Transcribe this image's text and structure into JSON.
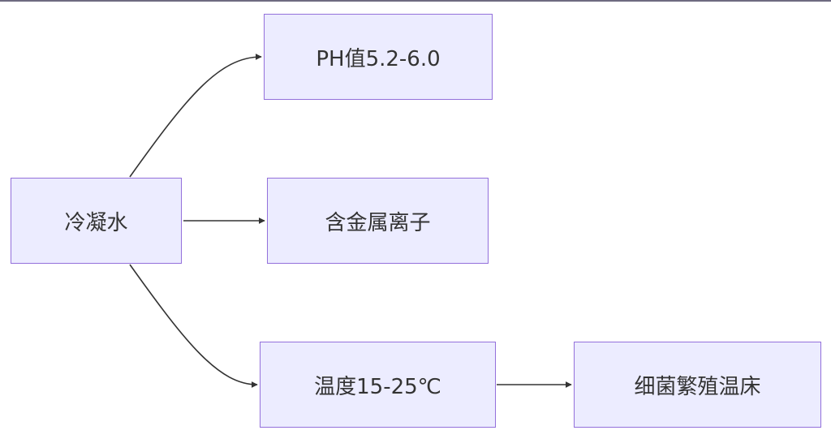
{
  "diagram": {
    "type": "flowchart",
    "direction": "left-to-right",
    "colors": {
      "node_fill": "#ececff",
      "node_border": "#9370db",
      "edge": "#333333",
      "text": "#333333"
    },
    "nodes": {
      "source": {
        "label": "冷凝水"
      },
      "ph": {
        "label": "PH值5.2-6.0"
      },
      "metal": {
        "label": "含金属离子"
      },
      "temperature": {
        "label": "温度15-25℃"
      },
      "bacteria": {
        "label": "细菌繁殖温床"
      }
    },
    "edges": [
      {
        "from": "source",
        "to": "ph"
      },
      {
        "from": "source",
        "to": "metal"
      },
      {
        "from": "source",
        "to": "temperature"
      },
      {
        "from": "temperature",
        "to": "bacteria"
      }
    ]
  }
}
